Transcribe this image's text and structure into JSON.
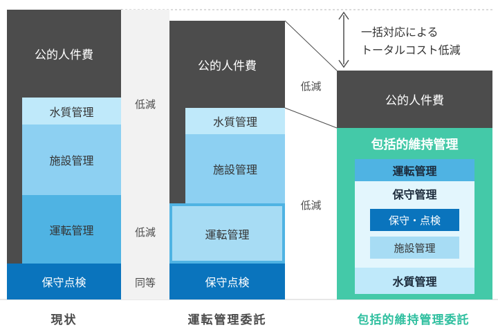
{
  "columns": {
    "current": {
      "label": "現状",
      "blocks": [
        "公的人件費",
        "水質管理",
        "施設管理",
        "運転管理",
        "保守点検"
      ]
    },
    "operation": {
      "label": "運転管理委託",
      "blocks": [
        "公的人件費",
        "水質管理",
        "施設管理",
        "運転管理",
        "保守点検"
      ]
    },
    "comprehensive": {
      "label": "包括的維持管理委託",
      "public_labor": "公的人件費",
      "header": "包括的維持管理",
      "op_mgmt": "運転管理",
      "maint_mgmt": "保守管理",
      "maint_inspect": "保守・点検",
      "facility": "施設管理",
      "water_quality": "水質管理"
    }
  },
  "gaps": {
    "reduce_top": "低減",
    "reduce_mid": "低減",
    "same": "同等",
    "reduce_right_top": "低減",
    "reduce_right_mid": "低減"
  },
  "annotation": {
    "line1": "一括対応による",
    "line2": "トータルコスト低減"
  },
  "colors": {
    "dark": "#4c4c4c",
    "light_blue": "#bfe9fa",
    "mid_blue": "#8dd0f2",
    "blue": "#4fb3e3",
    "navy": "#0a74bd",
    "green": "#44c9a8"
  }
}
